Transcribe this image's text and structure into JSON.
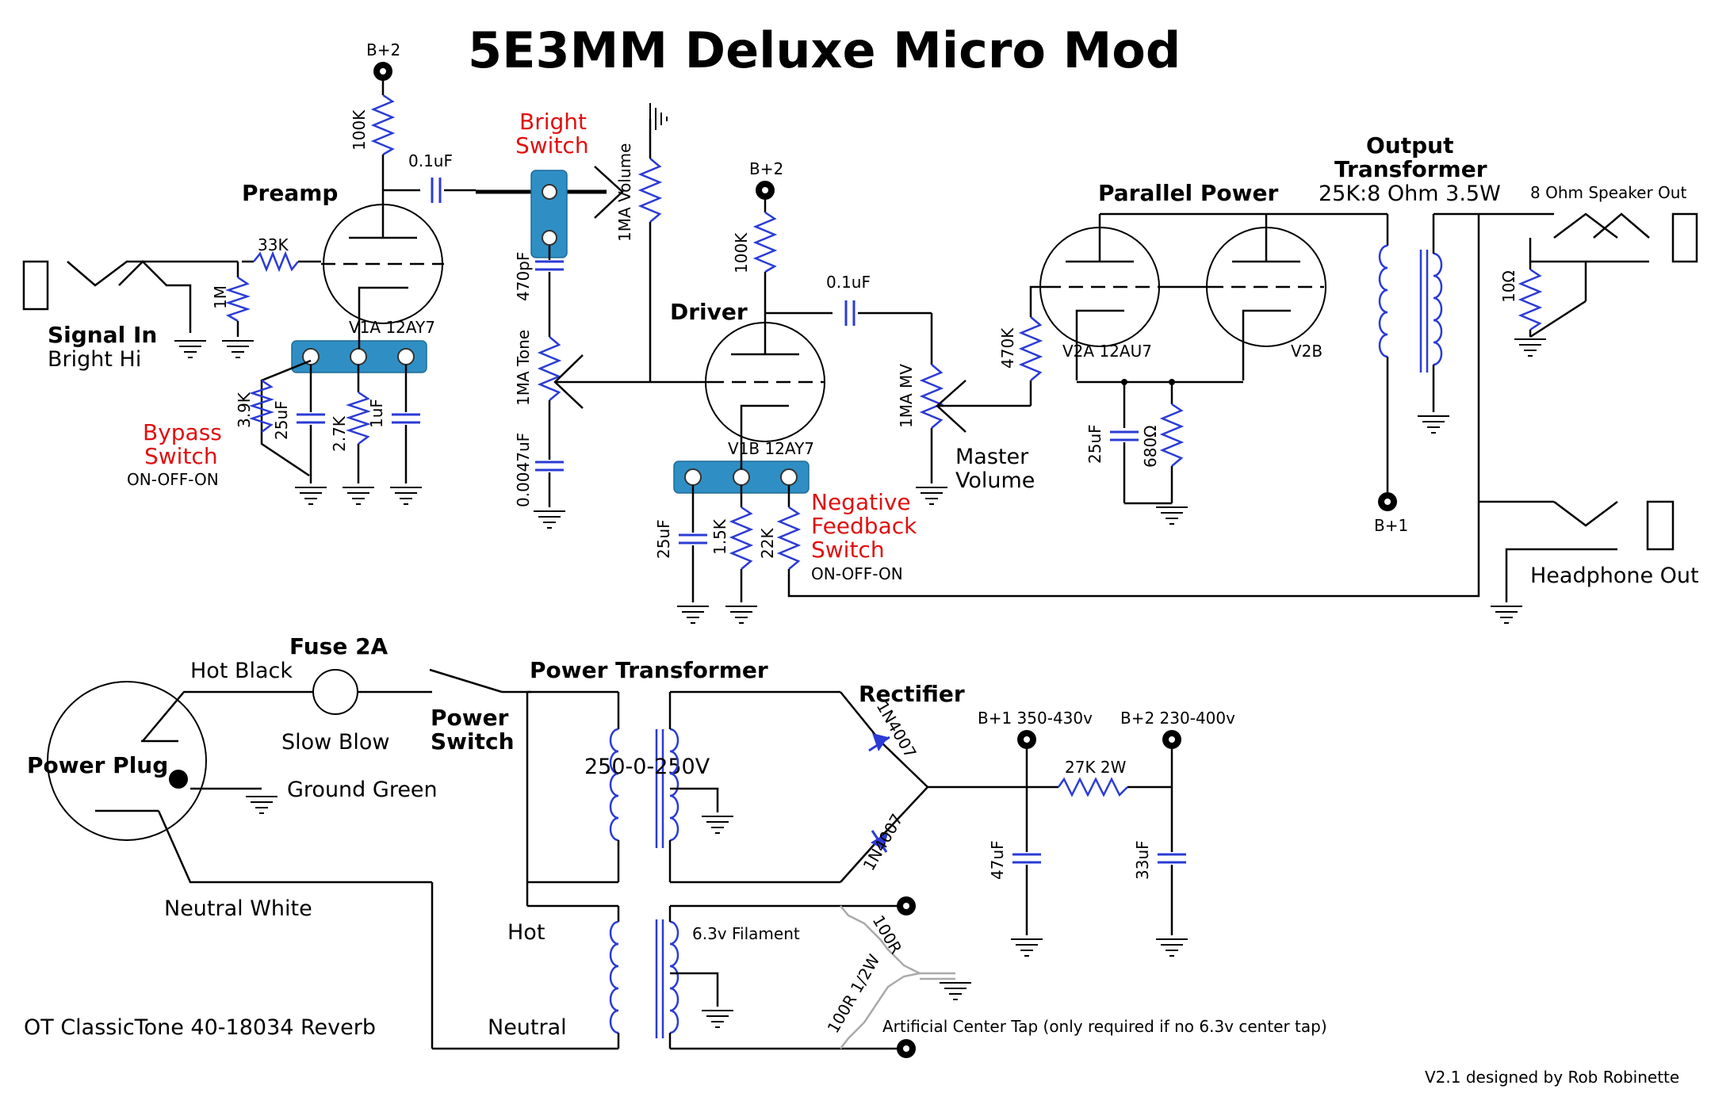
{
  "title": "5E3MM Deluxe Micro Mod",
  "sections": {
    "preamp": "Preamp",
    "driver": "Driver",
    "parallel_power": "Parallel Power",
    "output_transformer_1": "Output",
    "output_transformer_2": "Transformer",
    "ot_spec": "25K:8 Ohm 3.5W",
    "power_transformer": "Power Transformer",
    "rectifier": "Rectifier",
    "fuse": "Fuse 2A",
    "power_switch_1": "Power",
    "power_switch_2": "Switch",
    "power_plug": "Power Plug"
  },
  "switches": {
    "bright_1": "Bright",
    "bright_2": "Switch",
    "bypass_1": "Bypass",
    "bypass_2": "Switch",
    "bypass_mode": "ON-OFF-ON",
    "nfb_1": "Negative",
    "nfb_2": "Feedback",
    "nfb_3": "Switch",
    "nfb_mode": "ON-OFF-ON"
  },
  "io": {
    "signal_in": "Signal In",
    "bright_hi": "Bright Hi",
    "speaker_out": "8 Ohm Speaker Out",
    "headphone_out": "Headphone Out",
    "master_volume_1": "Master",
    "master_volume_2": "Volume"
  },
  "tubes": {
    "v1a": "V1A  12AY7",
    "v1b": "V1B  12AY7",
    "v2a": "V2A  12AU7",
    "v2b": "V2B"
  },
  "rails": {
    "b2_a": "B+2",
    "b2_b": "B+2",
    "b1_ot": "B+1",
    "b1_supply": "B+1 350-430v",
    "b2_supply": "B+2 230-400v"
  },
  "components": {
    "r_100k_a": "100K",
    "c_01uf_a": "0.1uF",
    "r_33k": "33K",
    "r_1m": "1M",
    "r_3k9": "3.9K",
    "c_25uf_a": "25uF",
    "r_2k7": "2.7K",
    "c_1uf": "1uF",
    "c_470pf": "470pF",
    "pot_volume": "1MA Volume",
    "pot_tone": "1MA Tone",
    "c_0047uf": "0.0047uF",
    "r_100k_b": "100K",
    "c_01uf_b": "0.1uF",
    "pot_mv": "1MA MV",
    "c_25uf_b": "25uF",
    "r_1k5": "1.5K",
    "r_22k": "22K",
    "r_470k": "470K",
    "c_25uf_c": "25uF",
    "r_680": "680Ω",
    "r_10": "10Ω",
    "pt_secondary": "250-0-250V",
    "d1": "1N4007",
    "d2": "1N4007",
    "r_27k2w": "27K 2W",
    "c_47uf": "47uF",
    "c_33uf": "33uF",
    "r_100r_a": "100R",
    "r_100r_b": "100R 1/2W",
    "filament": "6.3v Filament"
  },
  "mains": {
    "hot_black": "Hot Black",
    "slow_blow": "Slow Blow",
    "ground_green": "Ground Green",
    "neutral_white": "Neutral White",
    "hot": "Hot",
    "neutral": "Neutral"
  },
  "notes": {
    "center_tap": "Artificial Center Tap (only required if no 6.3v center tap)",
    "ot_part": "OT ClassicTone 40-18034 Reverb",
    "version": "V2.1 designed by Rob Robinette"
  },
  "colors": {
    "wire": "#000000",
    "component": "#2b3bd6",
    "switch_body": "#2f8fc4",
    "switch_label": "#e01010",
    "dimmed_component": "#aaaaaa"
  }
}
